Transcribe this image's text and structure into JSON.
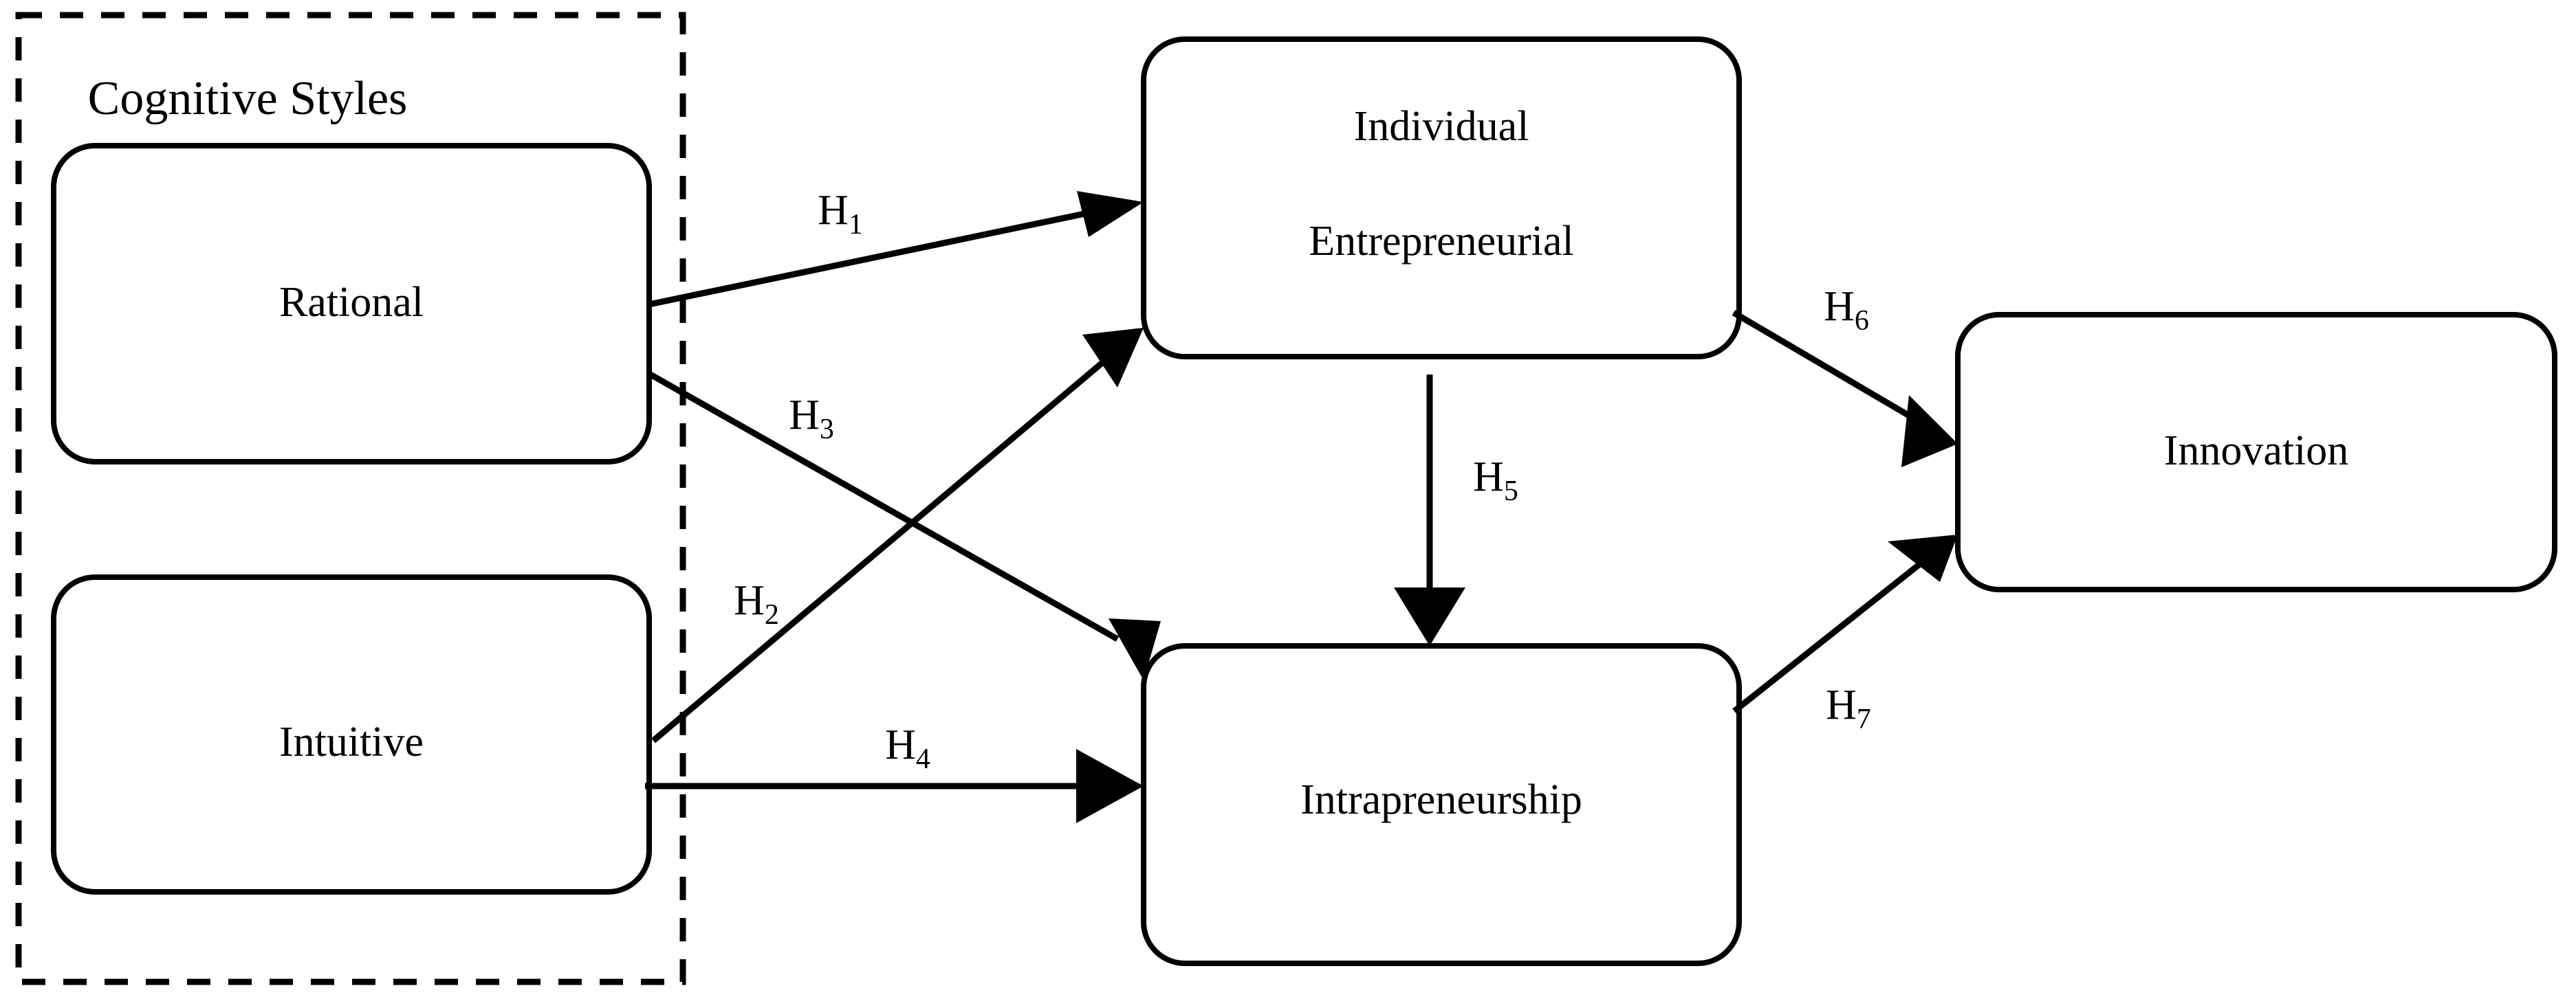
{
  "diagram": {
    "type": "conceptual-research-model",
    "background_color": "#ffffff",
    "line_color": "#000000",
    "group": {
      "title": "Cognitive Styles",
      "border_style": "dashed"
    },
    "nodes": [
      {
        "id": "rational",
        "label": "Rational",
        "label_line2": ""
      },
      {
        "id": "intuitive",
        "label": "Intuitive",
        "label_line2": ""
      },
      {
        "id": "individual_entrep",
        "label": "Individual",
        "label_line2": "Entrepreneurial"
      },
      {
        "id": "intrapreneurship",
        "label": "Intrapreneurship",
        "label_line2": ""
      },
      {
        "id": "innovation",
        "label": "Innovation",
        "label_line2": ""
      }
    ],
    "hypotheses": [
      {
        "id": "H1",
        "base": "H",
        "sub": "1",
        "from": "rational",
        "to": "individual_entrep"
      },
      {
        "id": "H2",
        "base": "H",
        "sub": "2",
        "from": "intuitive",
        "to": "individual_entrep"
      },
      {
        "id": "H3",
        "base": "H",
        "sub": "3",
        "from": "rational",
        "to": "intrapreneurship"
      },
      {
        "id": "H4",
        "base": "H",
        "sub": "4",
        "from": "intuitive",
        "to": "intrapreneurship"
      },
      {
        "id": "H5",
        "base": "H",
        "sub": "5",
        "from": "individual_entrep",
        "to": "intrapreneurship"
      },
      {
        "id": "H6",
        "base": "H",
        "sub": "6",
        "from": "individual_entrep",
        "to": "innovation"
      },
      {
        "id": "H7",
        "base": "H",
        "sub": "7",
        "from": "intrapreneurship",
        "to": "innovation"
      }
    ]
  }
}
